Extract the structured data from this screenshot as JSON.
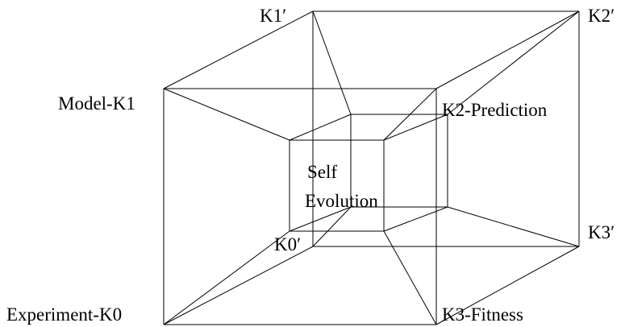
{
  "labels": {
    "k1_prime": "K1′",
    "k2_prime": "K2′",
    "model_k1": "Model-K1",
    "k2_prediction": "K2-Prediction",
    "self": "Self",
    "evolution": "Evolution",
    "k0_prime": "K0′",
    "k3_prime": "K3′",
    "experiment_k0": "Experiment-K0",
    "k3_fitness": "K3-Fitness"
  },
  "colors": {
    "line": "#000000",
    "text": "#000000",
    "background": "#ffffff"
  }
}
